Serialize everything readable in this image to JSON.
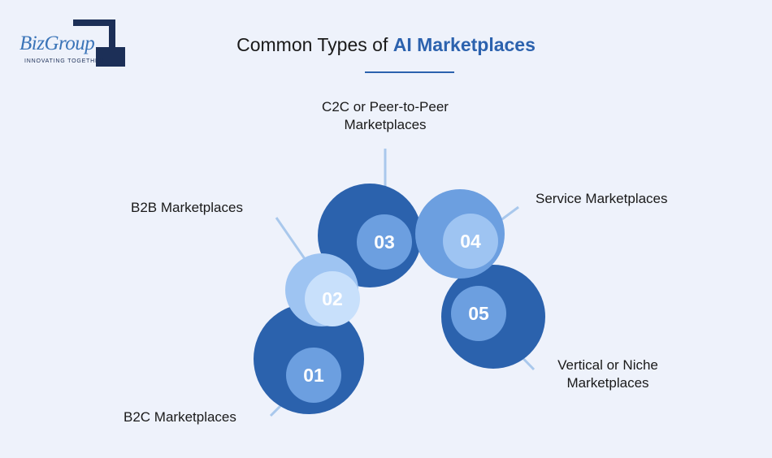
{
  "logo": {
    "text": "BizGroup",
    "tagline": "INNOVATING TOGETHER"
  },
  "title": {
    "prefix": "Common Types of ",
    "highlight": "AI Marketplaces"
  },
  "colors": {
    "background": "#eef2fb",
    "dark_blue": "#2b62ad",
    "mid_blue": "#6c9fe0",
    "light_blue": "#9ec4f2",
    "pale_blue": "#c8e0fb",
    "title_accent": "#2c62ae",
    "connector": "#a9c8ec"
  },
  "items": [
    {
      "number": "01",
      "label": "B2C Marketplaces"
    },
    {
      "number": "02",
      "label": "B2B Marketplaces"
    },
    {
      "number": "03",
      "label_line1": "C2C or Peer-to-Peer",
      "label_line2": "Marketplaces"
    },
    {
      "number": "04",
      "label": "Service Marketplaces"
    },
    {
      "number": "05",
      "label_line1": "Vertical or Niche",
      "label_line2": "Marketplaces"
    }
  ]
}
